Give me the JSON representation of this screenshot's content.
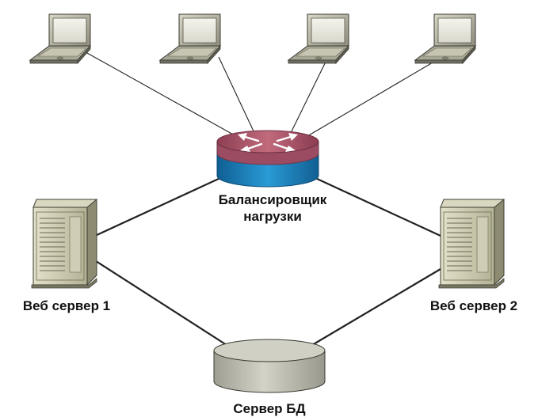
{
  "nodes": {
    "load_balancer": {
      "label_line1": "Балансировщик",
      "label_line2": "нагрузки"
    },
    "web_server_1": {
      "label": "Веб сервер 1"
    },
    "web_server_2": {
      "label": "Веб сервер 2"
    },
    "db_server": {
      "label": "Сервер БД"
    }
  },
  "icons": {
    "client": "laptop-icon",
    "balancer": "router-icon",
    "web_server": "server-tower-icon",
    "database": "database-cylinder-icon"
  },
  "colors": {
    "router_top": "#b05a6e",
    "router_body": "#1f86c4",
    "server_body": "#c9c7aa",
    "db_body": "#c4c4b8",
    "laptop_body": "#b9b7a5",
    "link": "#222222"
  }
}
